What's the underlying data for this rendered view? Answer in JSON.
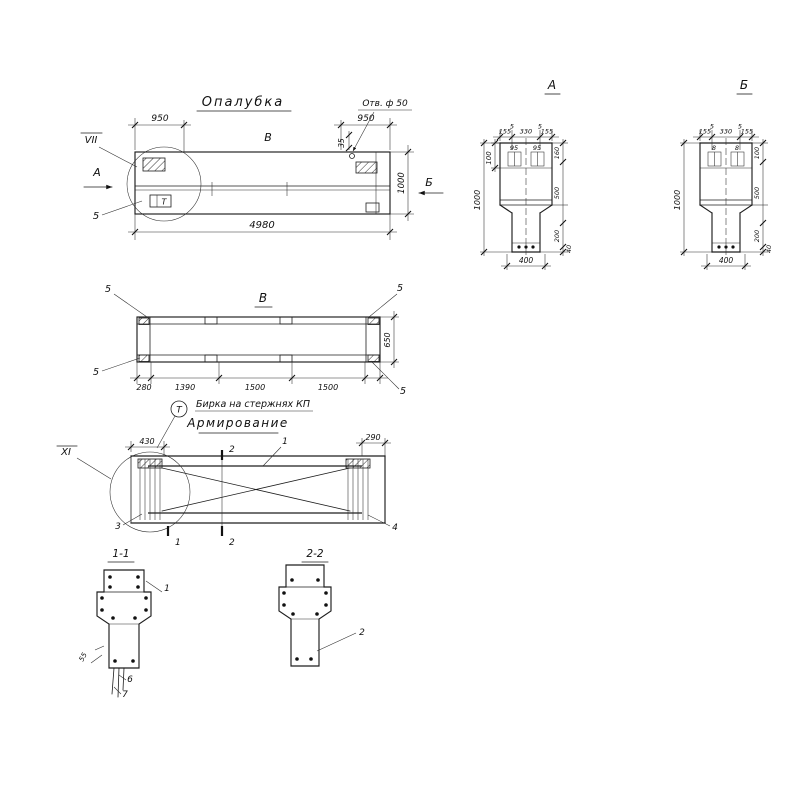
{
  "formwork": {
    "title": "Опалубка",
    "hole_note": "Отв. ф 50",
    "view_mark": "В",
    "dim_950_left": "950",
    "dim_950_right": "950",
    "dim_35": "35",
    "dim_4980": "4980",
    "dim_1000": "1000",
    "view_arrow_a": "А",
    "view_arrow_b": "Б",
    "node_vii": "VII",
    "pos_5": "5",
    "tag_t": "Т"
  },
  "section_a": {
    "title": "А",
    "dims_top": [
      "155",
      "5",
      "330",
      "5",
      "155"
    ],
    "dims_inner": [
      "95",
      "95"
    ],
    "dim_left": "100",
    "dims_right": [
      "160",
      "500",
      "200",
      "40"
    ],
    "dim_height": "1000",
    "dim_bottom": "400"
  },
  "section_b": {
    "title": "Б",
    "dims_top": [
      "155",
      "5",
      "330",
      "5",
      "155"
    ],
    "dims_inner": [
      "8",
      "8"
    ],
    "dims_right": [
      "100",
      "500",
      "200",
      "40"
    ],
    "dim_height": "1000",
    "dim_bottom": "400"
  },
  "view_v": {
    "title": "В",
    "pos_labels": [
      "5",
      "5",
      "5",
      "5"
    ],
    "dims_bottom": [
      "280",
      "1390",
      "1500",
      "1500"
    ],
    "dim_height": "650"
  },
  "tag_note": {
    "symbol": "Т",
    "text": "Бирка на стержнях КП"
  },
  "reinforcement": {
    "title": "Армирование",
    "dim_430": "430",
    "dim_290": "290",
    "pos_1": "1",
    "pos_2_top": "2",
    "node_xi": "XI",
    "pos_3": "3",
    "pos_4": "4",
    "cut_1": "1",
    "cut_2": "2"
  },
  "section_11": {
    "title": "1-1",
    "pos_1": "1",
    "dim_55": "55",
    "pos_6": "6",
    "pos_7": "7"
  },
  "section_22": {
    "title": "2-2",
    "pos_2": "2"
  }
}
